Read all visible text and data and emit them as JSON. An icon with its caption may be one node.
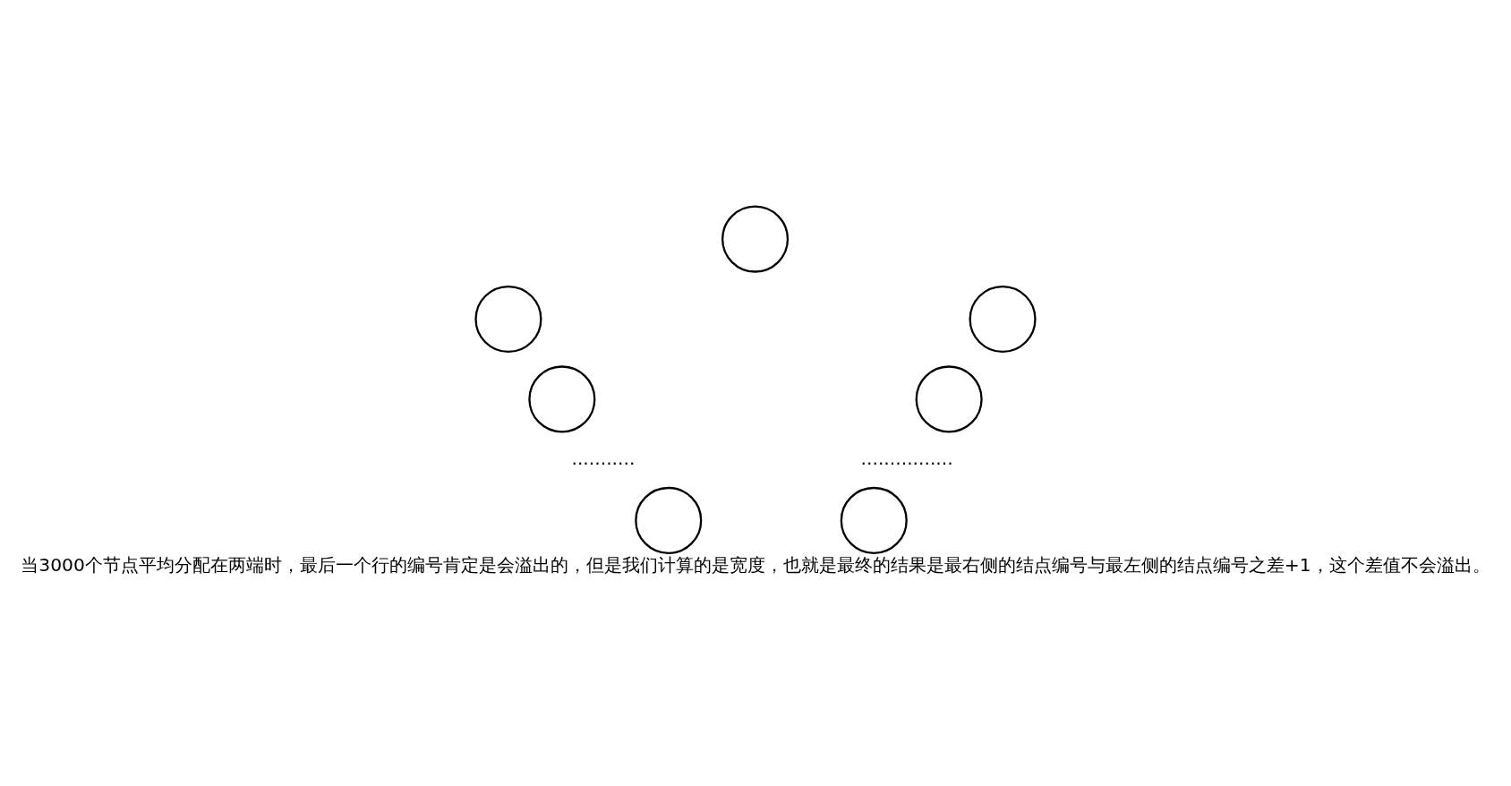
{
  "diagram": {
    "caption": "当3000个节点平均分配在两端时，最后一个行的编号肯定是会溢出的，但是我们计算的是宽度，也就是最终的结果是最右侧的结点编号与最左侧的结点编号之差+1，这个差值不会溢出。",
    "nodes": [
      {
        "text": [],
        "shape": "circle"
      },
      {
        "text": [],
        "shape": "circle"
      },
      {
        "text": [],
        "shape": "circle"
      },
      {
        "text": [],
        "shape": "circle"
      },
      {
        "text": [],
        "shape": "circle"
      },
      {
        "text": [],
        "shape": "circle"
      },
      {
        "text": [],
        "shape": "circle"
      }
    ],
    "edges": [],
    "labels": [
      "...........",
      "................"
    ]
  }
}
